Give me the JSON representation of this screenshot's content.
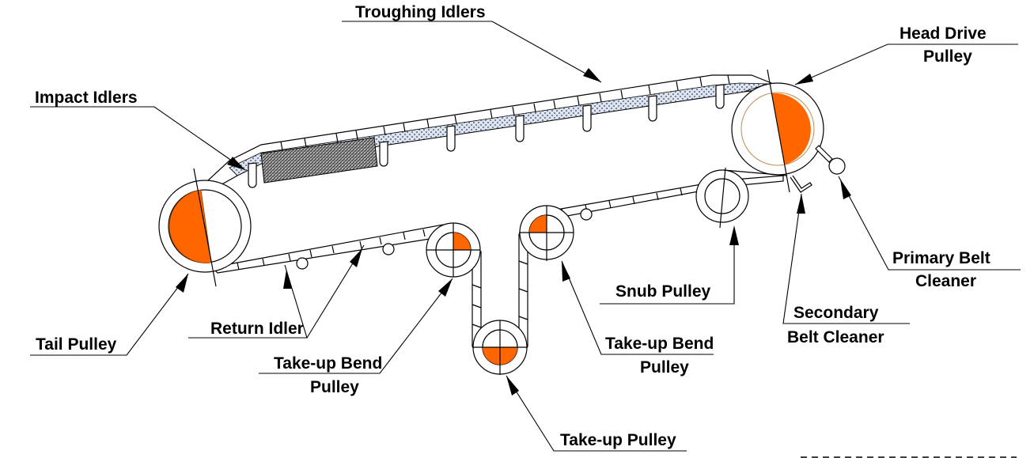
{
  "diagram": {
    "title": "Belt Conveyor Components",
    "colors": {
      "accent": "#ff6600",
      "line": "#000000",
      "material_load": "#b8c4d8",
      "impact_bed": "#7a7a7a",
      "background": "#ffffff"
    },
    "labels": {
      "troughing_idlers": "Troughing Idlers",
      "head_drive_pulley_line1": "Head Drive",
      "head_drive_pulley_line2": "Pulley",
      "impact_idlers": "Impact Idlers",
      "tail_pulley": "Tail Pulley",
      "return_idler": "Return Idler",
      "takeup_bend_left_line1": "Take-up Bend",
      "takeup_bend_left_line2": "Pulley",
      "takeup_pulley": "Take-up Pulley",
      "takeup_bend_right_line1": "Take-up Bend",
      "takeup_bend_right_line2": "Pulley",
      "snub_pulley": "Snub Pulley",
      "secondary_cleaner_line1": "Secondary",
      "secondary_cleaner_line2": "Belt Cleaner",
      "primary_cleaner_line1": "Primary Belt",
      "primary_cleaner_line2": "Cleaner"
    },
    "components": [
      {
        "id": "tail-pulley",
        "name": "Tail Pulley",
        "type": "pulley"
      },
      {
        "id": "head-drive-pulley",
        "name": "Head Drive Pulley",
        "type": "pulley"
      },
      {
        "id": "snub-pulley",
        "name": "Snub Pulley",
        "type": "pulley"
      },
      {
        "id": "takeup-bend-pulley-left",
        "name": "Take-up Bend Pulley",
        "type": "pulley"
      },
      {
        "id": "takeup-pulley",
        "name": "Take-up Pulley",
        "type": "pulley"
      },
      {
        "id": "takeup-bend-pulley-right",
        "name": "Take-up Bend Pulley",
        "type": "pulley"
      },
      {
        "id": "impact-idlers",
        "name": "Impact Idlers",
        "type": "idler"
      },
      {
        "id": "troughing-idlers",
        "name": "Troughing Idlers",
        "type": "idler"
      },
      {
        "id": "return-idler",
        "name": "Return Idler",
        "type": "idler"
      },
      {
        "id": "primary-belt-cleaner",
        "name": "Primary Belt Cleaner",
        "type": "cleaner"
      },
      {
        "id": "secondary-belt-cleaner",
        "name": "Secondary Belt Cleaner",
        "type": "cleaner"
      }
    ]
  }
}
